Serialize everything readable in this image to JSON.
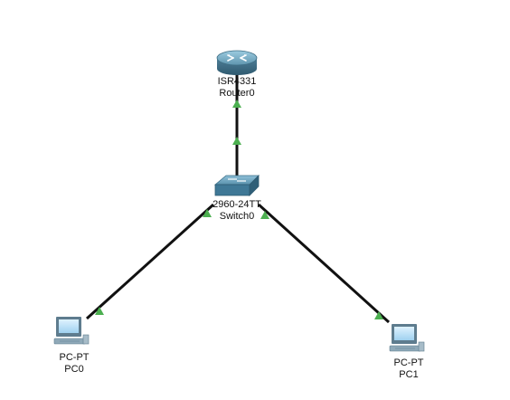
{
  "topology": {
    "devices": [
      {
        "id": "router0",
        "model": "ISR4331",
        "name": "Router0",
        "type": "router"
      },
      {
        "id": "switch0",
        "model": "2960-24TT",
        "name": "Switch0",
        "type": "switch"
      },
      {
        "id": "pc0",
        "model": "PC-PT",
        "name": "PC0",
        "type": "pc"
      },
      {
        "id": "pc1",
        "model": "PC-PT",
        "name": "PC1",
        "type": "pc"
      }
    ],
    "links": [
      {
        "from": "switch0",
        "to": "router0",
        "status": "up"
      },
      {
        "from": "switch0",
        "to": "pc0",
        "status": "up"
      },
      {
        "from": "switch0",
        "to": "pc1",
        "status": "up"
      }
    ]
  },
  "colors": {
    "background": "#ffffff",
    "link": "#111111",
    "link_up_indicator": "#4caf50",
    "router_body": "#5b8fa8",
    "switch_body": "#4f86a3",
    "pc_body": "#8fa9b8"
  },
  "icons": {
    "router": "router-icon",
    "switch": "switch-icon",
    "pc": "pc-icon"
  }
}
